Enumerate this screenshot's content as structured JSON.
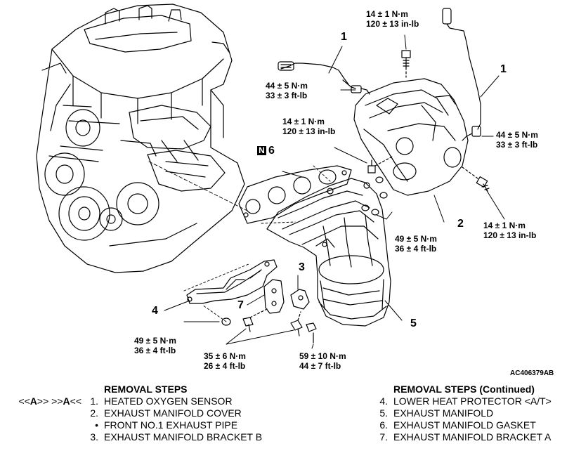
{
  "callouts": {
    "c1a_torque": [
      "14 ± 1 N·m",
      "120 ± 13 in-lb"
    ],
    "c1b_torque": [
      "44 ± 5 N·m",
      "33 ± 3 ft-lb"
    ],
    "c1c_torque": [
      "14 ± 1 N·m",
      "120 ± 13 in-lb"
    ],
    "c1d_torque": [
      "44 ± 5 N·m",
      "33 ± 3 ft-lb"
    ],
    "c2_torque": [
      "14 ± 1 N·m",
      "120 ± 13 in-lb"
    ],
    "c3_torque": [
      "49 ± 5 N·m",
      "36 ± 4 ft-lb"
    ],
    "c4_torque": [
      "49 ± 5 N·m",
      "36 ± 4 ft-lb"
    ],
    "c5_torque": [
      "35 ± 6 N·m",
      "26 ± 4 ft-lb"
    ],
    "c6_torque": [
      "59 ± 10 N·m",
      "44 ± 7 ft-lb"
    ]
  },
  "part_numbers": {
    "p1_left": "1",
    "p1_right": "1",
    "p2": "2",
    "p3": "3",
    "p4": "4",
    "p5": "5",
    "p6": "6",
    "p6_badge": "N",
    "p7": "7"
  },
  "figure_code": "AC406379AB",
  "steps_left": {
    "heading": "REMOVAL STEPS",
    "prefix": [
      "<<",
      "A",
      ">>  >>",
      "A",
      "<<"
    ],
    "items": [
      {
        "marker": "1.",
        "text": "HEATED OXYGEN SENSOR"
      },
      {
        "marker": "2.",
        "text": "EXHAUST MANIFOLD COVER"
      },
      {
        "marker": "•",
        "text": "FRONT NO.1 EXHAUST PIPE"
      },
      {
        "marker": "3.",
        "text": "EXHAUST MANIFOLD BRACKET B"
      }
    ]
  },
  "steps_right": {
    "heading": "REMOVAL STEPS (Continued)",
    "items": [
      {
        "marker": "4.",
        "text": "LOWER HEAT PROTECTOR <A/T>"
      },
      {
        "marker": "5.",
        "text": "EXHAUST MANIFOLD"
      },
      {
        "marker": "6.",
        "text": "EXHAUST MANIFOLD GASKET"
      },
      {
        "marker": "7.",
        "text": "EXHAUST MANIFOLD BRACKET A"
      }
    ]
  }
}
